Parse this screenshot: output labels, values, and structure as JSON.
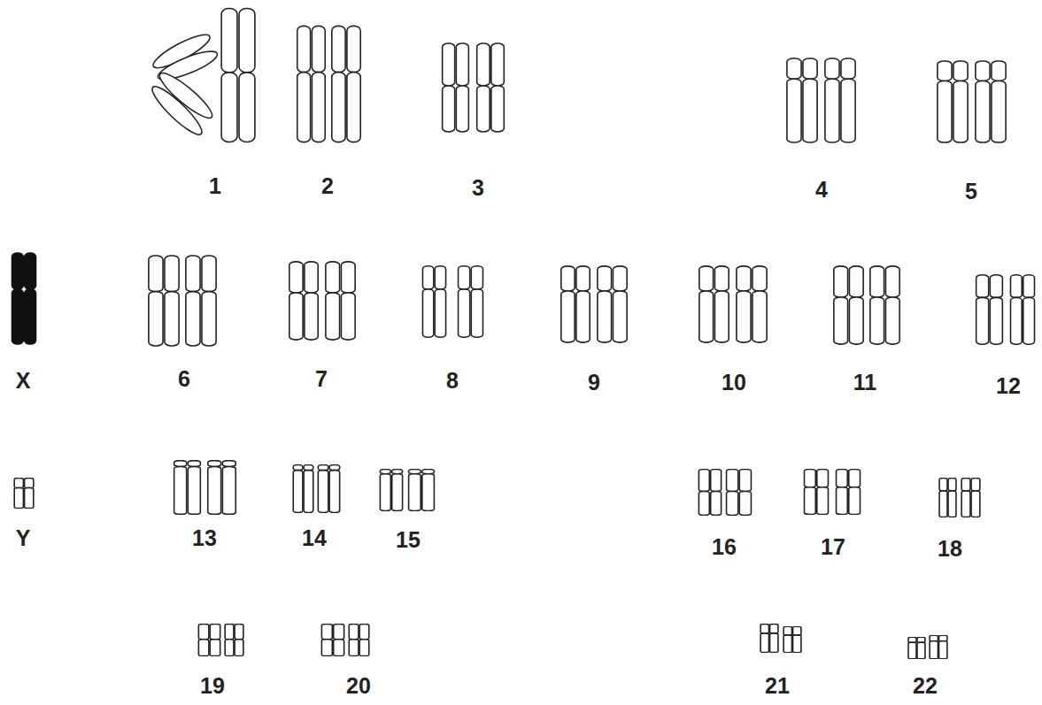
{
  "diagram": {
    "labels": [
      "1",
      "2",
      "3",
      "4",
      "5",
      "X",
      "6",
      "7",
      "8",
      "9",
      "10",
      "11",
      "12",
      "Y",
      "13",
      "14",
      "15",
      "16",
      "17",
      "18",
      "19",
      "20",
      "21",
      "22"
    ]
  }
}
